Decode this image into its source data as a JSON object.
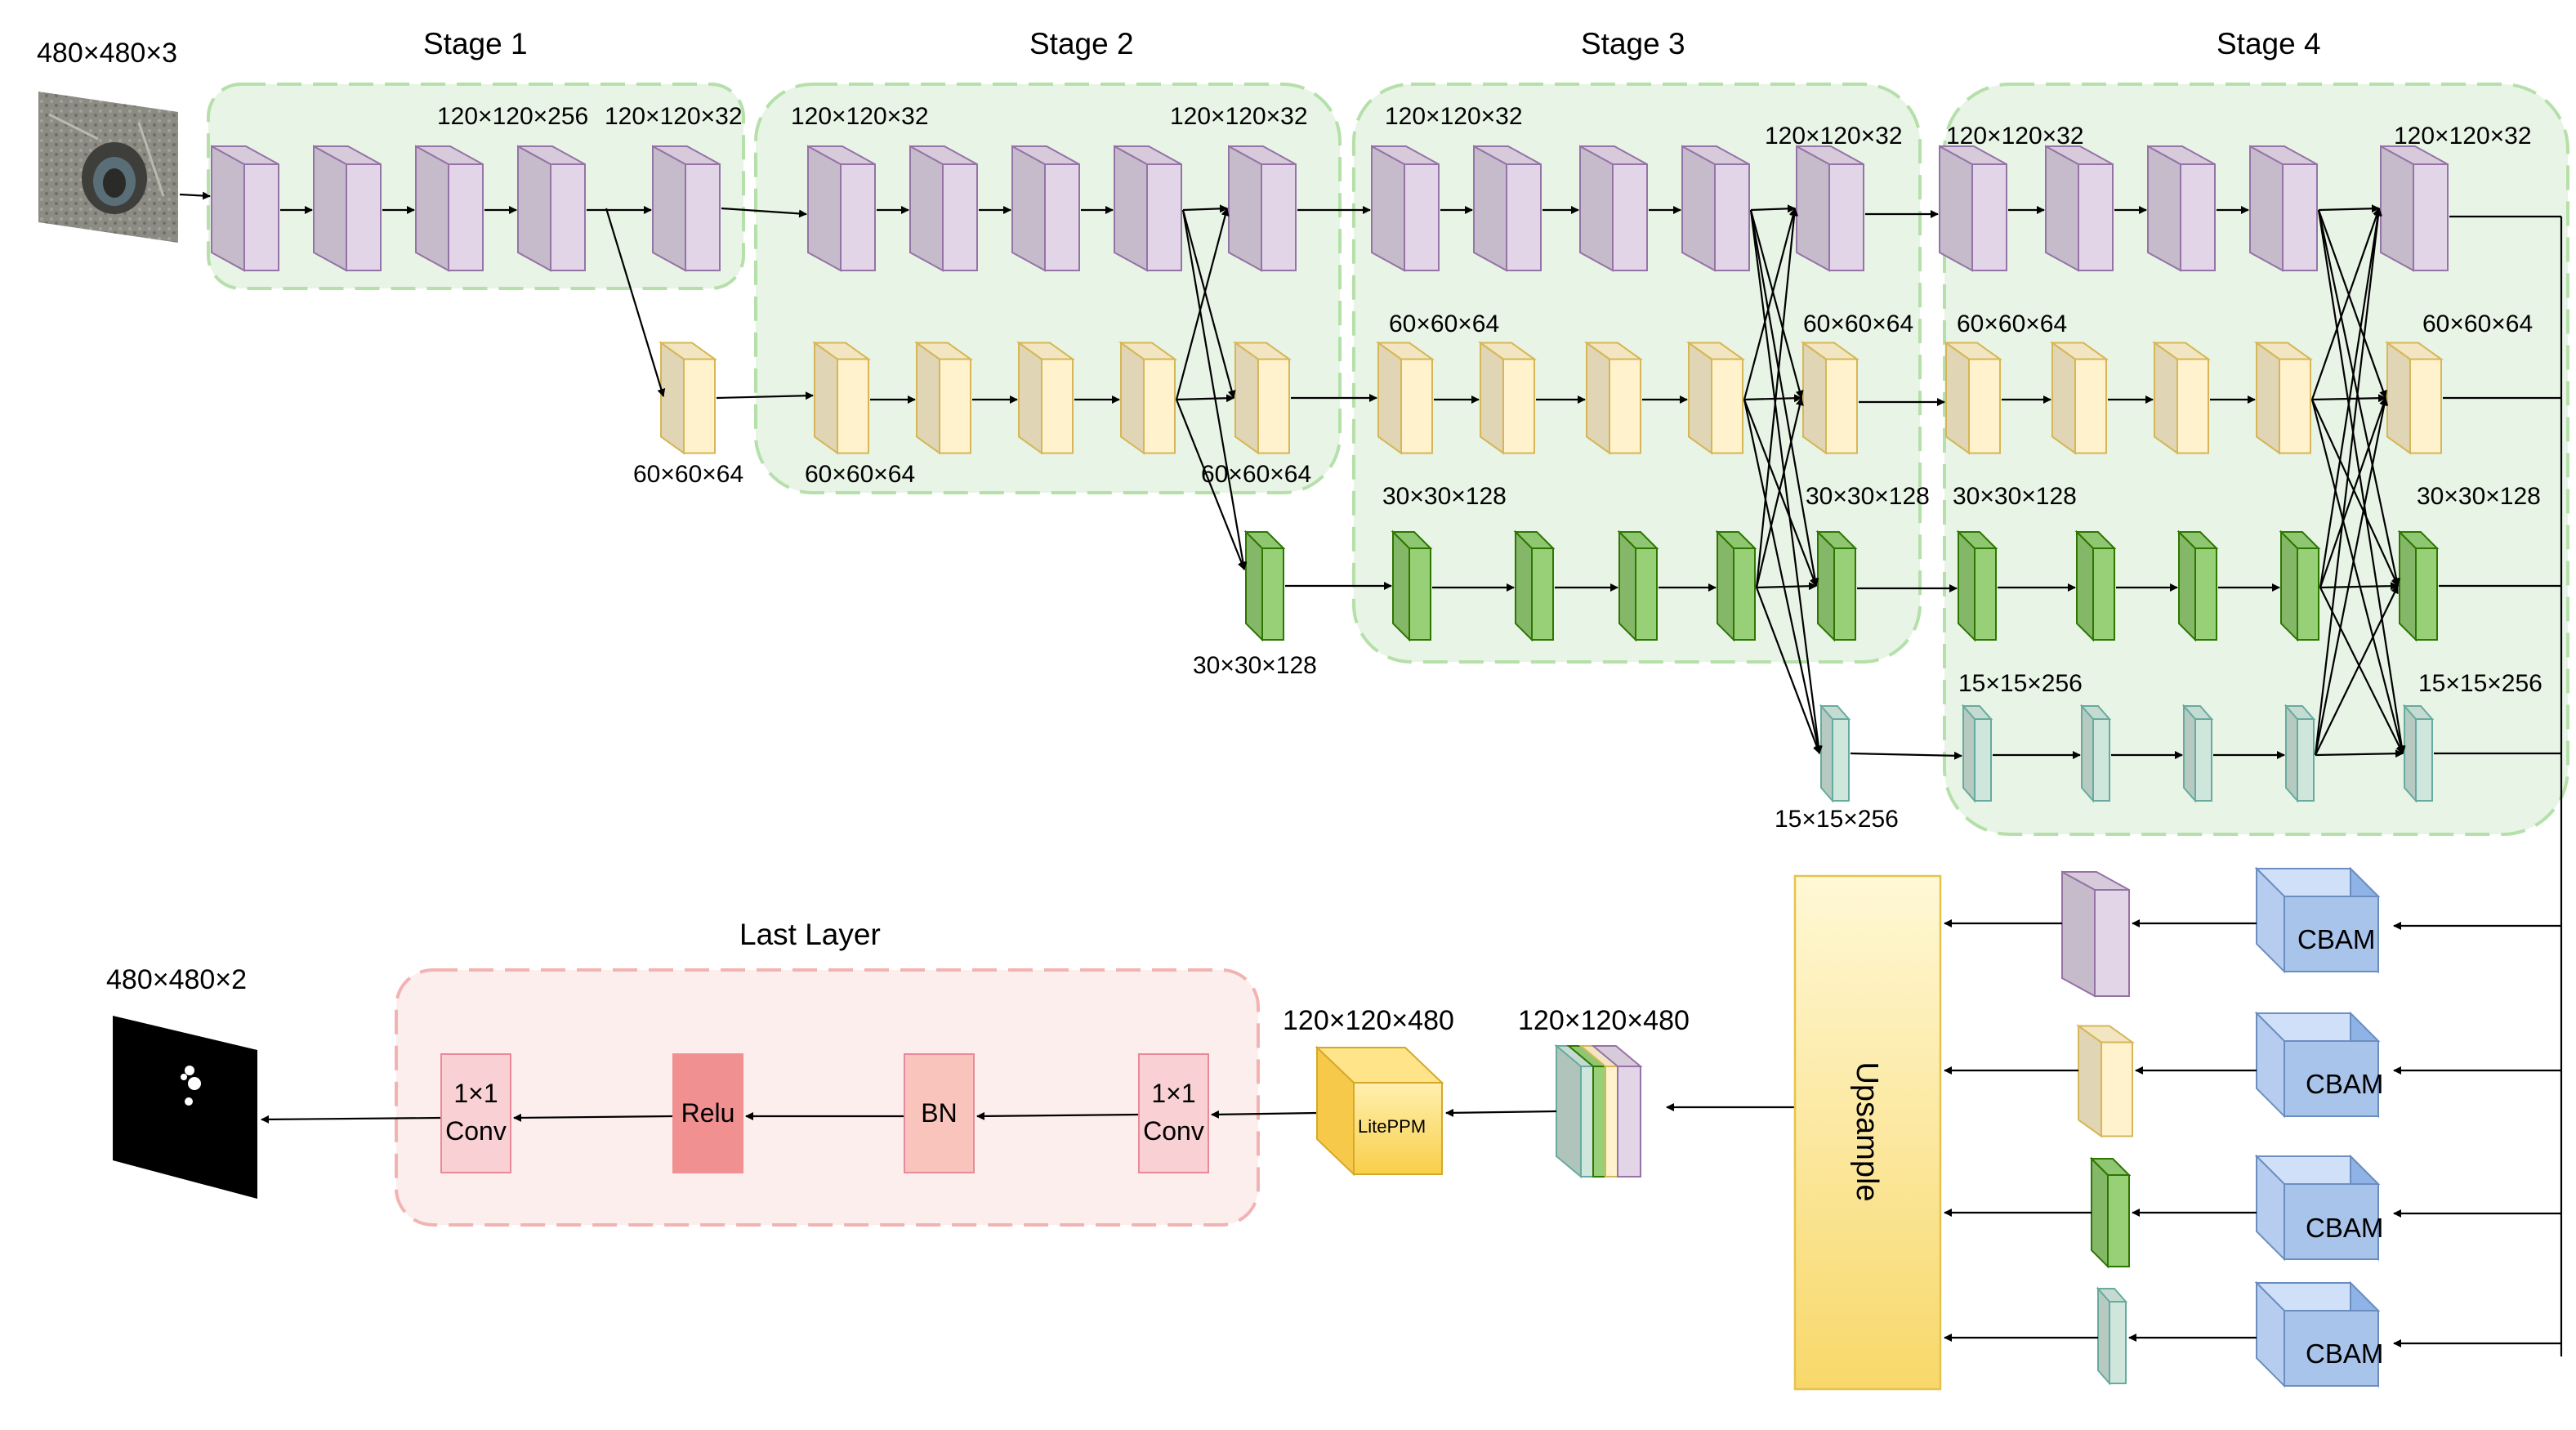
{
  "diagram": {
    "input_size": "480×480×3",
    "output_size": "480×480×2",
    "stages": {
      "stage1": "Stage 1",
      "stage2": "Stage 2",
      "stage3": "Stage 3",
      "stage4": "Stage 4",
      "last_layer": "Last Layer"
    },
    "dims": {
      "s1_120_256": "120×120×256",
      "s1_120_32": "120×120×32",
      "s1_60": "60×60×64",
      "s2_120_left": "120×120×32",
      "s2_120_right": "120×120×32",
      "s2_60_left": "60×60×64",
      "s2_60_right": "60×60×64",
      "s2_30": "30×30×128",
      "s3_120_left": "120×120×32",
      "s3_120_right": "120×120×32",
      "s3_60_left": "60×60×64",
      "s3_60_right": "60×60×64",
      "s3_30_left": "30×30×128",
      "s3_30_right": "30×30×128",
      "s3_15": "15×15×256",
      "s4_120_left": "120×120×32",
      "s4_120_right": "120×120×32",
      "s4_60_left": "60×60×64",
      "s4_60_right": "60×60×64",
      "s4_30_left": "30×30×128",
      "s4_30_right": "30×30×128",
      "s4_15_left": "15×15×256",
      "s4_15_right": "15×15×256",
      "concat": "120×120×480",
      "ppm": "120×120×480"
    },
    "blocks": {
      "cbam": "CBAM",
      "upsample": "Upsample",
      "liteppm": "LitePPM",
      "conv1_line1": "1×1",
      "conv1_line2": "Conv",
      "bn": "BN",
      "relu": "Relu",
      "conv2_line1": "1×1",
      "conv2_line2": "Conv"
    },
    "colors": {
      "purple": "#e1d5e7",
      "purple_stroke": "#9673a6",
      "orange": "#fff2cc",
      "orange_stroke": "#d6b656",
      "green": "#97d077",
      "green_stroke": "#2d7600",
      "teal": "#cfe6dc",
      "teal_stroke": "#67ab9f",
      "blue": "#a9c4eb",
      "stage_bg": "#e8f4e6",
      "last_bg": "#fdeeee"
    }
  }
}
